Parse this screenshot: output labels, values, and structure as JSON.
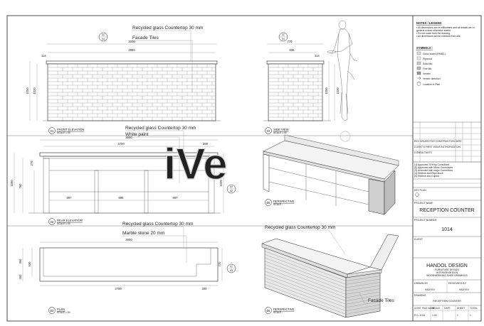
{
  "notes": {
    "title": "NOTES / LEGEND",
    "lines": [
      "• All dimensions are in millimeters and all details are in",
      "  general unless otherwise stated.",
      "• Do not scale from the drawing.",
      "• All dimensions will be checked from site."
    ]
  },
  "symbols": {
    "title": "SYMBOLS :",
    "items": [
      "Gloss board (PANEL)",
      "Plywood",
      "Solid Mtr.",
      "Fine Mtr.",
      "Veneer",
      "Veneer direction",
      "Location in Plan"
    ]
  },
  "views": {
    "front": {
      "num": "01",
      "title": "FRONT ELEVATION",
      "scale": "SCALE 1:30"
    },
    "side": {
      "num": "04",
      "title": "SIDE VIEW",
      "scale": "SCALE 1:30"
    },
    "rear": {
      "num": "02",
      "title": "REAR ELEVATION",
      "scale": "SCALE 1:30"
    },
    "persp1": {
      "num": "05",
      "title": "PERSPECTIVE",
      "scale": "SCALE -"
    },
    "plan": {
      "num": "03",
      "title": "PLAN",
      "scale": "SCALE 1:30"
    },
    "persp2": {
      "num": "06",
      "title": "PERSPECTIVE",
      "scale": "SCALE -"
    }
  },
  "callouts": {
    "front_top": "Recycled glass Countertop 30 mm",
    "front_tiles": "Facade Tiles",
    "rear_top": "Recycled glass Countertop 30 mm",
    "rear_paint": "White paint",
    "plan_top": "Recycled glass Countertop 30 mm",
    "plan_marble": "Marble stone 20 mm",
    "p2_top": "Recycled glass Countertop 30 mm",
    "p2_tiles": "Facade Tiles"
  },
  "markers": {
    "front": {
      "a": "02",
      "b": "04"
    },
    "side": {
      "a": "01",
      "b": "04"
    },
    "rear": {
      "a": "02",
      "b": "02"
    },
    "plan": {
      "a": "01",
      "b": "03"
    }
  },
  "dims": {
    "front": {
      "w1": "3000",
      "w2": "2880",
      "h1": "1050",
      "h2": "1020",
      "o": "114"
    },
    "side": {
      "w1": "770",
      "w2": "636",
      "h1": "1050",
      "h2": "1020",
      "o": "114"
    },
    "rear": {
      "w1": "3000",
      "w2": "2700",
      "w3": "300",
      "s1": "897",
      "s2": "898",
      "s3": "897",
      "h1": "1050",
      "h2": "1020",
      "h3": "760",
      "h4": "270"
    },
    "plan": {
      "w1": "3000",
      "w2": "2700",
      "w3": "300",
      "d1": "770",
      "d2": "360",
      "d3": "450",
      "d4": "530"
    }
  },
  "title_block": {
    "rev_rows": [
      "REV  ISSUED FOR CONSTRUCTION  DATE",
      "CLIENT'S FIRST ISSUE  AUTHORIZATION",
      "CONSULTANTS"
    ],
    "approval_lines": [
      "(1) Approved 70% by Consultant",
      "(2) Approved with Minor Corrections",
      "(3) Amended with major Corrections",
      "(4) Redline and Reproduce",
      "(5) Redline and Copied"
    ],
    "key_plan": "KEY PLAN",
    "project_name_label": "PROJECT NAME",
    "project_name": "RECEPTION COUNTER",
    "project_number_label": "PROJECT NUMBER",
    "project_number": "1014",
    "client_label": "CLIENT",
    "firm": "HANDOL DESIGN",
    "firm_sub": [
      "FURNITURE DESIGN",
      "INTERIOR DESIGN",
      "WOODWORKING SHOP DRAWINGS"
    ],
    "drawn_by_label": "DRAWN BY",
    "drawn_by": "HAJIYEV",
    "reviewed_by_label": "REVIEWED BY",
    "reviewed_by": "HAJIYEV",
    "drawing_label": "DRAWING",
    "drawing": "RECEPTION COUNTER",
    "foot_head": [
      "CONT. FILE NAME",
      "SCALE",
      "DATE",
      "SHEET",
      "TOTAL"
    ],
    "foot_vals": [
      "R.C. 1014",
      "1:30",
      "",
      "1",
      "1"
    ]
  },
  "watermark": "iVe"
}
